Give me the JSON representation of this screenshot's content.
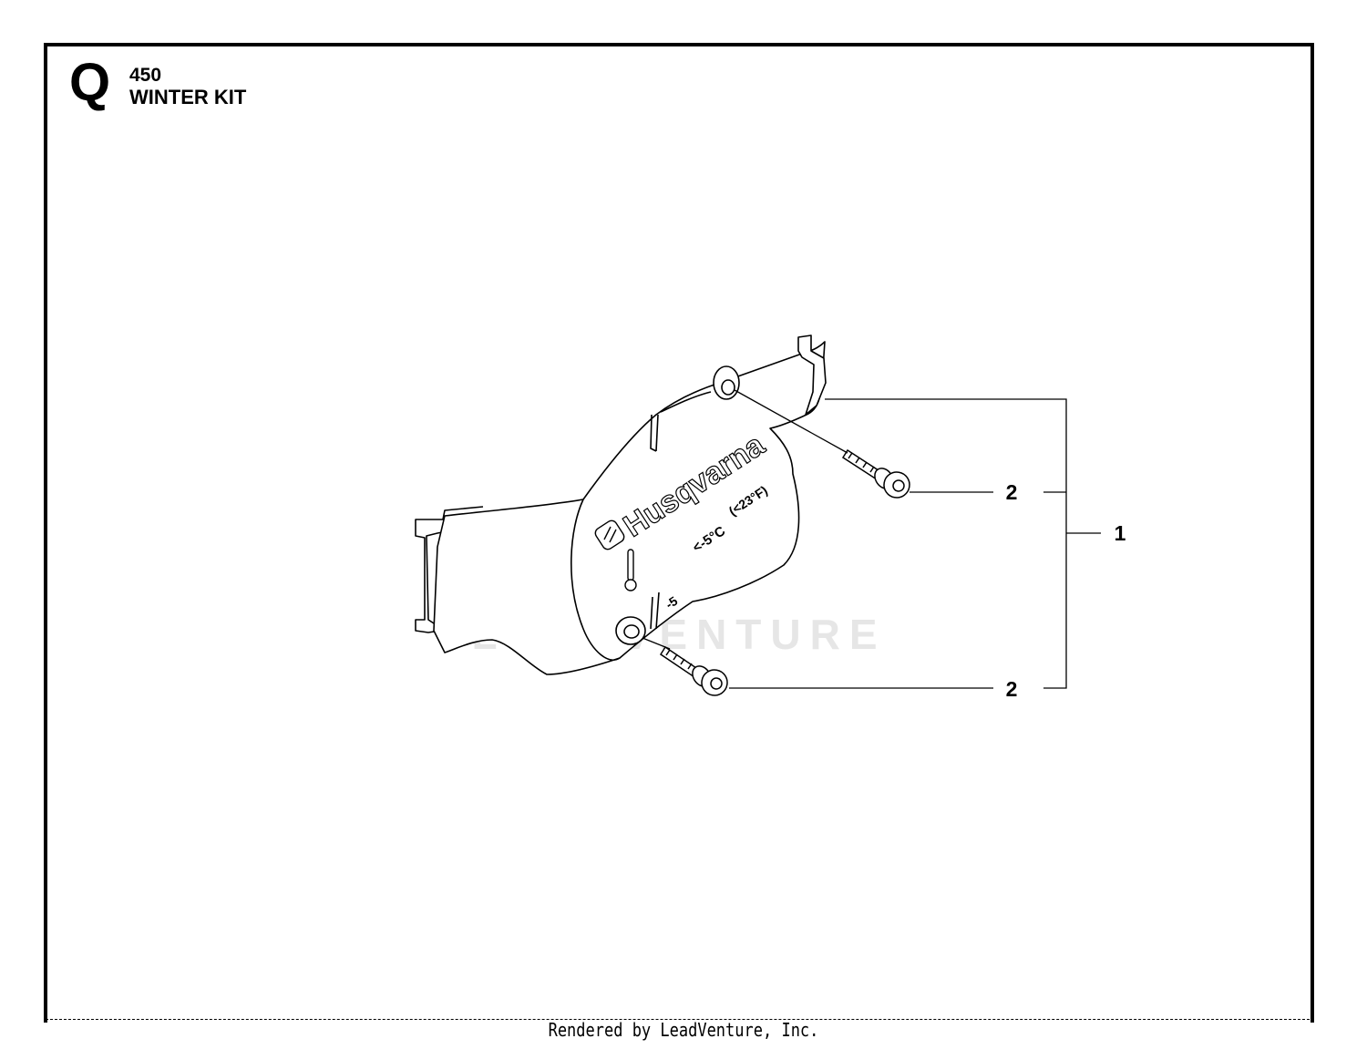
{
  "header": {
    "section_letter": "Q",
    "model": "450",
    "title": "WINTER KIT"
  },
  "diagram": {
    "brand_text": "Husqvarna",
    "temp_c": "<-5°C",
    "temp_f": "(<23°F)",
    "temp_value": "-5",
    "watermark": "LEADVENTURE",
    "callouts": [
      {
        "label": "2"
      },
      {
        "label": "2"
      },
      {
        "label": "1"
      }
    ]
  },
  "footer": {
    "rendered_by": "Rendered by LeadVenture, Inc."
  }
}
